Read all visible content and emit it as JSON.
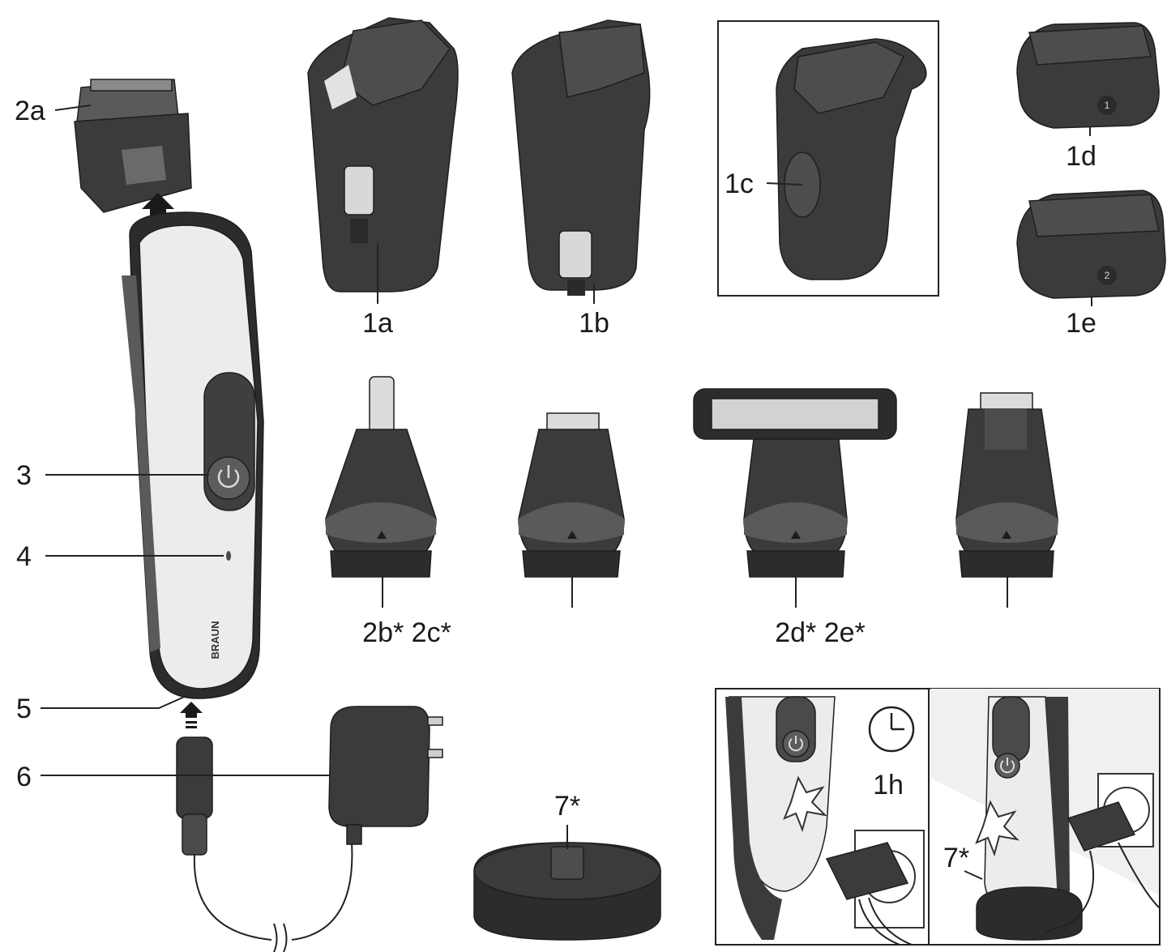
{
  "labels": {
    "l2a": "2a",
    "l1a": "1a",
    "l1b": "1b",
    "l1c": "1c",
    "l1d": "1d",
    "l1e": "1e",
    "l3": "3",
    "l4": "4",
    "l5": "5",
    "l6": "6",
    "l2b2c": "2b* 2c*",
    "l2d2e": "2d* 2e*",
    "l7": "7*",
    "l1h": "1h",
    "l7b": "7*"
  },
  "comb_markings": {
    "d": "1",
    "e": "2"
  },
  "brand": {
    "logo": "BRAUN"
  },
  "icons": [
    "power-icon",
    "clock-icon",
    "flash-icon",
    "triangle-icon",
    "arrow-up-icon"
  ],
  "colors": {
    "body_dark": "#3b3b3d",
    "body_light": "#ececec",
    "outline": "#1e1e20"
  }
}
